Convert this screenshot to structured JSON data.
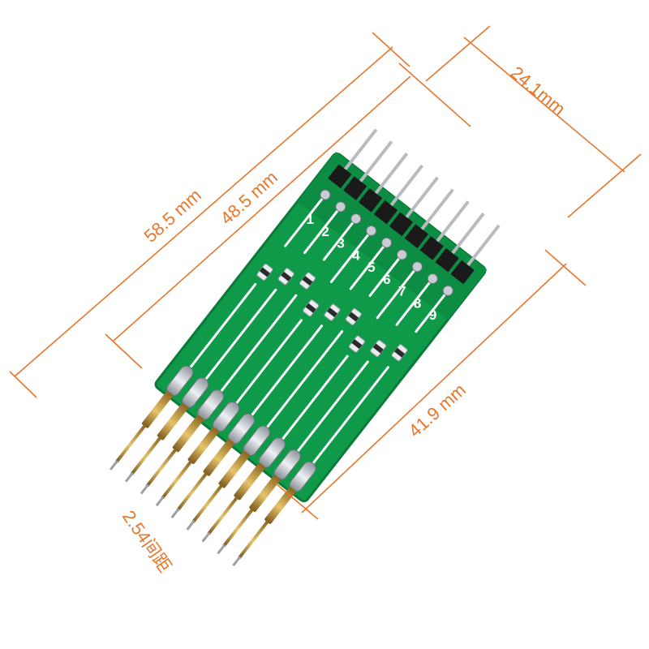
{
  "dimensions": {
    "overall_length": "58.5 mm",
    "board_length": "48.5 mm",
    "board_width": "24.1mm",
    "pin_section_length": "41.9 mm",
    "pitch": "2.54间距"
  },
  "pin_numbers": [
    "1",
    "2",
    "3",
    "4",
    "5",
    "6",
    "7",
    "8",
    "9"
  ],
  "colors": {
    "dimension_lines": "#e8762b",
    "pcb": "#0f9a4a",
    "pcb_edge": "#0a7a39",
    "traces": "#ffffff",
    "header": "#1a1a1a",
    "gold_pin": "#c9a24a",
    "solder": "#c8cdd3"
  }
}
